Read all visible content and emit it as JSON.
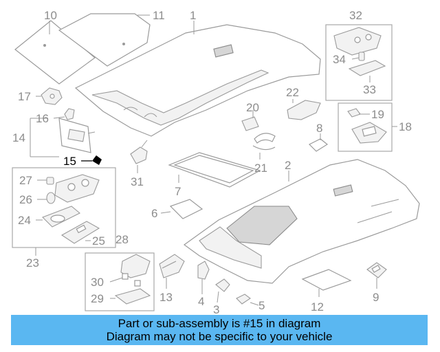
{
  "labels": {
    "p1": "1",
    "p2": "2",
    "p3": "3",
    "p4": "4",
    "p5": "5",
    "p6": "6",
    "p7": "7",
    "p8": "8",
    "p9": "9",
    "p10": "10",
    "p11": "11",
    "p12": "12",
    "p13": "13",
    "p14": "14",
    "p15": "15",
    "p16": "16",
    "p17": "17",
    "p18": "18",
    "p19": "19",
    "p20": "20",
    "p21": "21",
    "p22": "22",
    "p23": "23",
    "p24": "24",
    "p25": "25",
    "p26": "26",
    "p27": "27",
    "p28": "28",
    "p29": "29",
    "p30": "30",
    "p31": "31",
    "p32": "32",
    "p33": "33",
    "p34": "34"
  },
  "highlight_part": "15",
  "banner": {
    "line1": "Part or sub-assembly is #15 in diagram",
    "line2": "Diagram may not be specific to your vehicle"
  },
  "colors": {
    "banner_bg": "#5ab7f1",
    "label_gray": "#8c8c8c",
    "line_gray": "#9a9a9a",
    "highlight": "#000000"
  }
}
